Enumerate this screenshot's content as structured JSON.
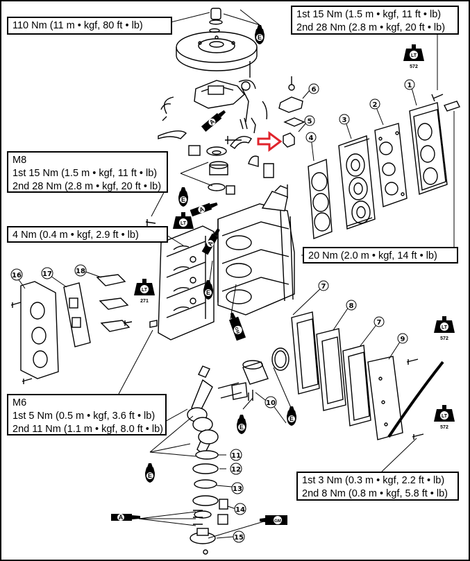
{
  "callouts": {
    "flywheel_nut": "110 Nm (11 m • kgf, 80 ft • lb)",
    "head_bolt_1st": "1st 15 Nm (1.5 m • kgf, 11 ft • lb)",
    "head_bolt_2nd": "2nd 28 Nm (2.8 m • kgf, 20 ft • lb)",
    "m8_title": "M8",
    "m8_1st": "1st 15 Nm (1.5 m • kgf, 11 ft • lb)",
    "m8_2nd": "2nd 28 Nm (2.8 m • kgf, 20 ft • lb)",
    "four_nm": "4 Nm (0.4 m • kgf, 2.9 ft • lb)",
    "twenty_nm": "20 Nm (2.0 m • kgf, 14 ft • lb)",
    "m6_title": "M6",
    "m6_1st": "1st 5 Nm (0.5 m • kgf, 3.6 ft • lb)",
    "m6_2nd": "2nd 11 Nm (1.1 m • kgf, 8.0 ft • lb)",
    "cover_1st": "1st 3 Nm (0.3 m • kgf, 2.2 ft • lb)",
    "cover_2nd": "2nd 8 Nm (0.8 m • kgf, 5.8 ft • lb)"
  },
  "part_numbers": [
    "1",
    "2",
    "3",
    "4",
    "5",
    "6",
    "7",
    "8",
    "7",
    "9",
    "10",
    "11",
    "12",
    "13",
    "14",
    "15",
    "16",
    "17",
    "18"
  ],
  "symbols": {
    "loctite": "LT",
    "loctite_572": "572",
    "loctite_271": "271",
    "grease_e": "E",
    "grease_a": "A",
    "grease_gm": "GM"
  },
  "colors": {
    "line": "#000000",
    "highlight_arrow": "#e0242c"
  }
}
